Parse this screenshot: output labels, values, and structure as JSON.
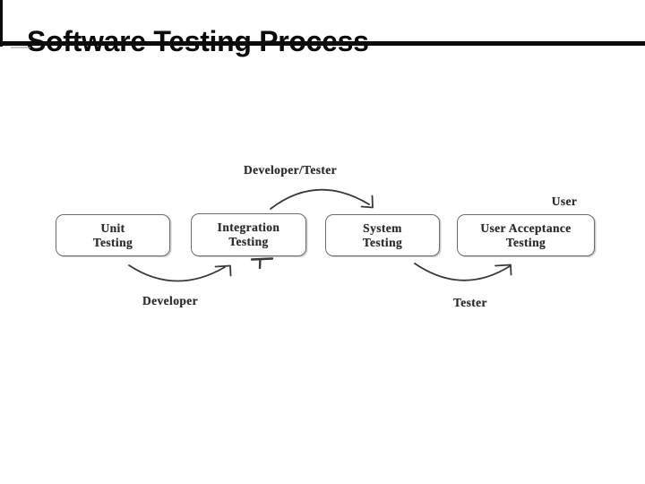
{
  "title": "Software Testing Process",
  "diagram": {
    "boxes": [
      {
        "label": "Unit\nTesting"
      },
      {
        "label": "Integration\nTesting"
      },
      {
        "label": "System\nTesting"
      },
      {
        "label": "User Acceptance\nTesting"
      }
    ],
    "labels": {
      "developer_tester": "Developer/Tester",
      "user": "User",
      "developer": "Developer",
      "tester": "Tester"
    },
    "colors": {
      "ink": "#3a3a3a",
      "box_border": "#6e6e6e",
      "title": "#0b0b0b"
    }
  }
}
